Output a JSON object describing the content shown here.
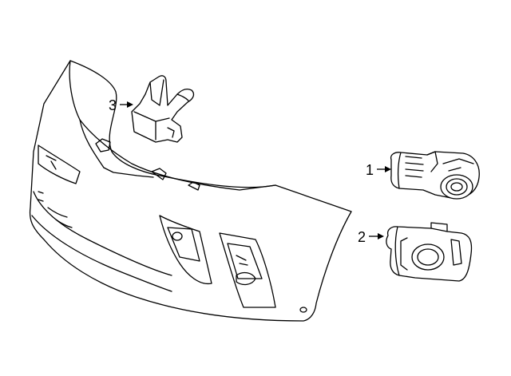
{
  "callouts": [
    {
      "label": "1",
      "part": "sensor"
    },
    {
      "label": "2",
      "part": "sensor-retainer"
    },
    {
      "label": "3",
      "part": "bracket"
    }
  ],
  "colors": {
    "line": "#000000",
    "background": "#ffffff"
  }
}
